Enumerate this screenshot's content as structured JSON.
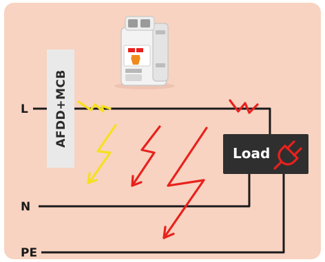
{
  "diagram": {
    "wires": {
      "live": "L",
      "neutral": "N",
      "protective_earth": "PE"
    },
    "device_label": "AFDD+MCB",
    "load_label": "Load",
    "icons": {
      "device": "afdd-mcb-breaker-icon",
      "load": "plug-icon",
      "arcs": "lightning-bolt-icon"
    },
    "colors": {
      "background": "#f8d3c1",
      "wire": "#1a1a1a",
      "load_box": "#2f2f2f",
      "device_label_bg": "#e9e9e9",
      "arc_detected": "#f5e11e",
      "arc_fault": "#e8211d"
    }
  }
}
